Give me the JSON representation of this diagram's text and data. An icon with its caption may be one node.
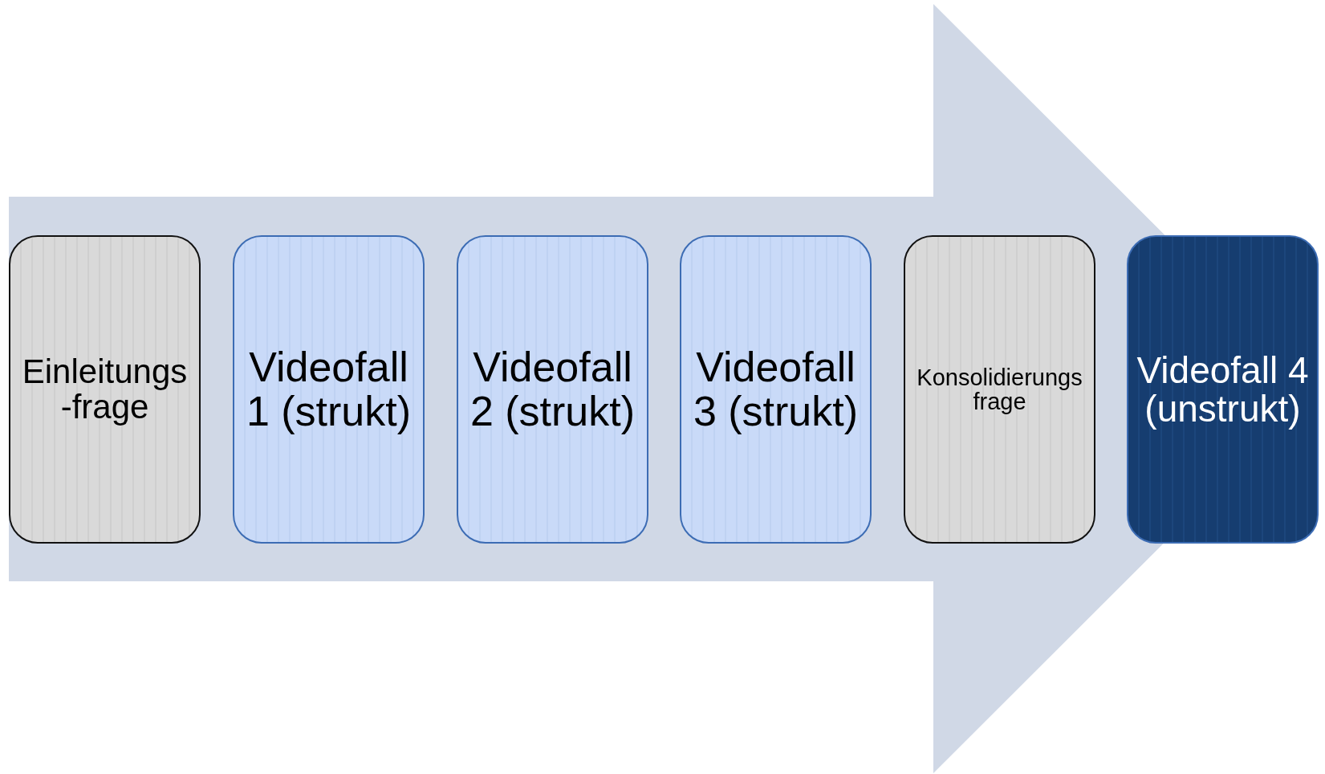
{
  "diagram": {
    "nodes": [
      {
        "text": [],
        "shape": "arrow"
      },
      {
        "text": [
          "Einleitungs-frage"
        ],
        "in": 0
      },
      {
        "text": [
          "Videofall 1 (strukt)"
        ],
        "in": 0
      },
      {
        "text": [
          "Videofall 2 (strukt)"
        ],
        "in": 0
      },
      {
        "text": [
          "Videofall 3 (strukt)"
        ],
        "in": 0
      },
      {
        "text": [
          "Konsolidierungs frage"
        ],
        "in": 0
      },
      {
        "text": [
          "Videofall 4 (unstrukt)"
        ],
        "in": 0
      }
    ]
  }
}
